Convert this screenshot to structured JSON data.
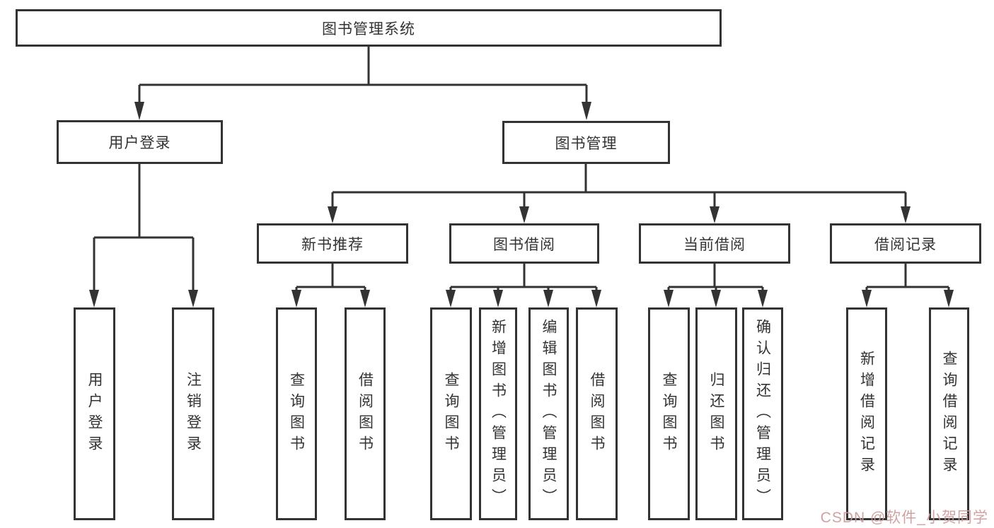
{
  "tree": {
    "label": "图书管理系统",
    "children": [
      {
        "label": "用户登录",
        "children": [
          {
            "label": "用户登录"
          },
          {
            "label": "注销登录"
          }
        ]
      },
      {
        "label": "图书管理",
        "children": [
          {
            "label": "新书推荐",
            "children": [
              {
                "label": "查询图书"
              },
              {
                "label": "借阅图书"
              }
            ]
          },
          {
            "label": "图书借阅",
            "children": [
              {
                "label": "查询图书"
              },
              {
                "label": "新增图书（管理员）"
              },
              {
                "label": "编辑图书（管理员）"
              },
              {
                "label": "借阅图书"
              }
            ]
          },
          {
            "label": "当前借阅",
            "children": [
              {
                "label": "查询图书"
              },
              {
                "label": "归还图书"
              },
              {
                "label": "确认归还（管理员）"
              }
            ]
          },
          {
            "label": "借阅记录",
            "children": [
              {
                "label": "新增借阅记录"
              },
              {
                "label": "查询借阅记录"
              }
            ]
          }
        ]
      }
    ]
  },
  "watermark": {
    "text": "CSDN @软件_小贺同学"
  },
  "colors": {
    "line": "#333333",
    "text": "#333333",
    "watermark": "#cc9999",
    "background": "#ffffff"
  }
}
